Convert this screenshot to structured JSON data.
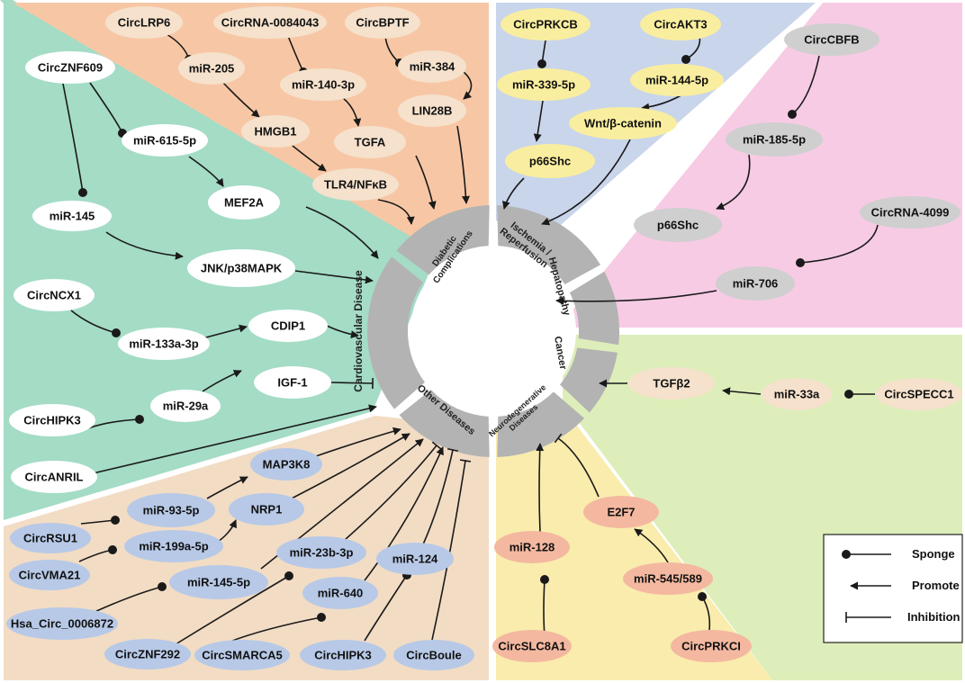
{
  "colors": {
    "cardio_bg": "#a4dcc6",
    "diabetic_bg": "#f7c7a5",
    "ischemia_bg": "#c9d5ea",
    "hepato_bg": "#f7cbe4",
    "cancer_bg": "#ddeeba",
    "neuro_bg": "#f9ecad",
    "other_bg": "#f2dcc4",
    "ring": "#b3b3b3",
    "node_white": "#ffffff",
    "node_peach": "#f5e1cc",
    "node_yellow": "#f9ee9f",
    "node_gray": "#cfcfcf",
    "node_salmon": "#f4b8a0",
    "node_blue": "#b7c9e7",
    "edge": "#1a1a1a"
  },
  "segments": {
    "cardio": "Cardiovascular Disease",
    "diabetic": [
      "Diabetic",
      "Complications"
    ],
    "ischemia": [
      "Ischemia /",
      "Reperfusion"
    ],
    "hepato": "Hepatopathy",
    "cancer": "Cancer",
    "neuro": [
      "Neurodegenerative",
      "Diseases"
    ],
    "other": "Other Diseases"
  },
  "nodes": {
    "circlrp6": "CircLRP6",
    "circrna0084043": "CircRNA-0084043",
    "circbptf": "CircBPTF",
    "mir205": "miR-205",
    "mir140": "miR-140-3p",
    "mir384": "miR-384",
    "lin28b": "LIN28B",
    "hmgb1": "HMGB1",
    "tgfa": "TGFA",
    "tlr4": "TLR4/NFκB",
    "circprkcb": "CircPRKCB",
    "circakt3": "CircAKT3",
    "mir339": "miR-339-5p",
    "mir144": "miR-144-5p",
    "wnt": "Wnt/β-catenin",
    "p66shc_isch": "p66Shc",
    "circcbfb": "CircCBFB",
    "mir185": "miR-185-5p",
    "p66shc_hep": "p66Shc",
    "circrna4099": "CircRNA-4099",
    "mir706": "miR-706",
    "circznf609": "CircZNF609",
    "mir615": "miR-615-5p",
    "mir145": "miR-145",
    "mef2a": "MEF2A",
    "jnk": "JNK/p38MAPK",
    "circncx1": "CircNCX1",
    "mir133": "miR-133a-3p",
    "cdip1": "CDIP1",
    "igf1": "IGF-1",
    "mir29a": "miR-29a",
    "circhipk3_cv": "CircHIPK3",
    "circanril": "CircANRIL",
    "tgfb2": "TGFβ2",
    "mir33a": "miR-33a",
    "circspecc1": "CircSPECC1",
    "mir128": "miR-128",
    "e2f7": "E2F7",
    "mir545": "miR-545/589",
    "circslc8a1": "CircSLC8A1",
    "circprkci": "CircPRKCI",
    "map3k8": "MAP3K8",
    "mir93": "miR-93-5p",
    "nrp1": "NRP1",
    "circrsu1": "CircRSU1",
    "mir199": "miR-199a-5p",
    "circvma21": "CircVMA21",
    "mir23b": "miR-23b-3p",
    "mir124": "miR-124",
    "mir145_5p": "miR-145-5p",
    "mir640": "miR-640",
    "hsa0006872": "Hsa_Circ_0006872",
    "circznf292": "CircZNF292",
    "circsmarca5": "CircSMARCA5",
    "circhipk3_ot": "CircHIPK3",
    "circboule": "CircBoule"
  },
  "legend": {
    "sponge": "Sponge",
    "promote": "Promote",
    "inhibition": "Inhibition"
  }
}
